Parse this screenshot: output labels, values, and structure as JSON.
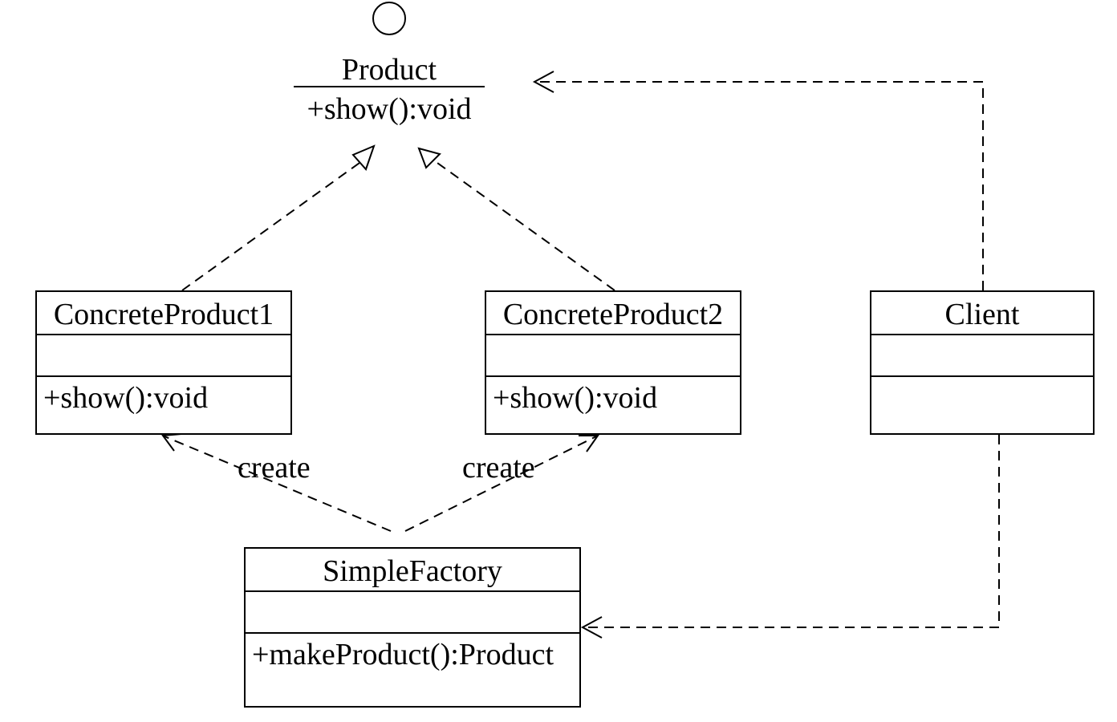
{
  "colors": {
    "line": "#000000",
    "background": "#ffffff"
  },
  "product": {
    "name": "Product",
    "operation": "+show():void",
    "icon": "interface-circle-icon"
  },
  "concrete_product_1": {
    "name": "ConcreteProduct1",
    "operation": "+show():void"
  },
  "concrete_product_2": {
    "name": "ConcreteProduct2",
    "operation": "+show():void"
  },
  "client": {
    "name": "Client"
  },
  "simple_factory": {
    "name": "SimpleFactory",
    "operation": "+makeProduct():Product"
  },
  "relations": {
    "create_label_1": "create",
    "create_label_2": "create"
  }
}
